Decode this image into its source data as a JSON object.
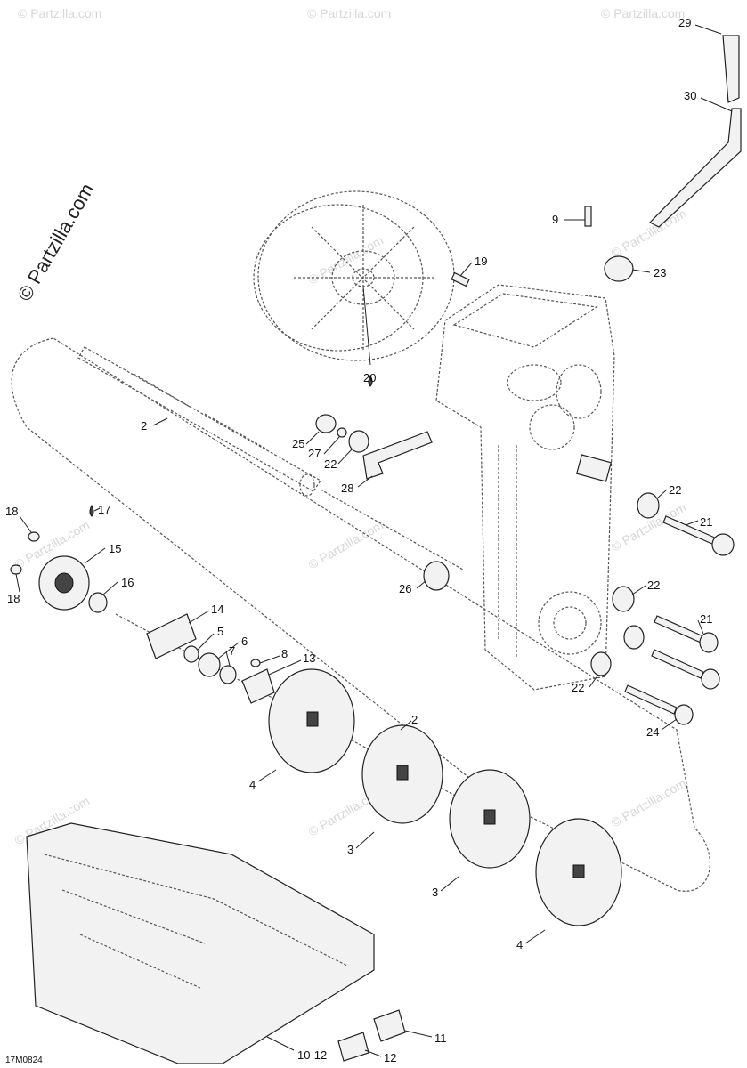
{
  "watermark": {
    "main": "© Partzilla.com",
    "faint": "© Partzilla.com"
  },
  "figure_code": "17M0824",
  "callouts": {
    "c29": "29",
    "c30": "30",
    "c9": "9",
    "c19": "19",
    "c23": "23",
    "c20": "20",
    "c2a": "2",
    "c25": "25",
    "c27": "27",
    "c22a": "22",
    "c28": "28",
    "c22b": "22",
    "c21a": "21",
    "c17": "17",
    "c18a": "18",
    "c15": "15",
    "c18b": "18",
    "c16": "16",
    "c26": "26",
    "c22c": "22",
    "c14": "14",
    "c5": "5",
    "c6": "6",
    "c7": "7",
    "c8": "8",
    "c13": "13",
    "c21b": "21",
    "c22d": "22",
    "c24": "24",
    "c2b": "2",
    "c4a": "4",
    "c3a": "3",
    "c3b": "3",
    "c4b": "4",
    "c10_12": "10-12",
    "c11": "11",
    "c12": "12"
  }
}
